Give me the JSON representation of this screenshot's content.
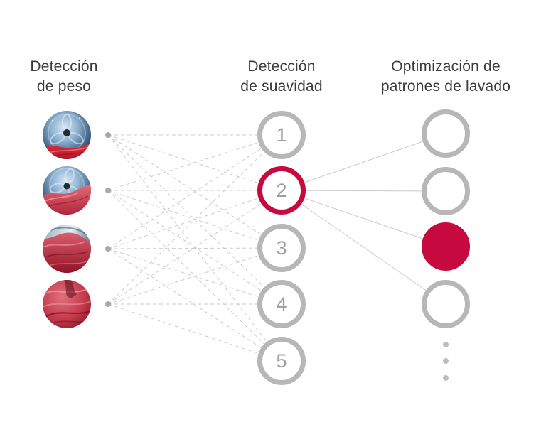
{
  "diagram": {
    "columns": [
      {
        "id": "weight",
        "title_line1": "Detección",
        "title_line2": "de peso",
        "nodes": [
          {
            "image": "washer-drum-light-red-load"
          },
          {
            "image": "washer-drum-half-red-load"
          },
          {
            "image": "washer-drum-mostly-red-fabric"
          },
          {
            "image": "red-fabric-full-load"
          }
        ]
      },
      {
        "id": "softness",
        "title_line1": "Detección",
        "title_line2": "de suavidad",
        "nodes": [
          {
            "label": "1",
            "state": "normal"
          },
          {
            "label": "2",
            "state": "highlighted"
          },
          {
            "label": "3",
            "state": "normal"
          },
          {
            "label": "4",
            "state": "normal"
          },
          {
            "label": "5",
            "state": "normal"
          }
        ]
      },
      {
        "id": "patterns",
        "title_line1": "Optimización de",
        "title_line2": "patrones de lavado",
        "nodes": [
          {
            "state": "normal"
          },
          {
            "state": "normal"
          },
          {
            "state": "selected-filled"
          },
          {
            "state": "normal"
          }
        ],
        "ellipsis_dots": 3
      }
    ],
    "connections": {
      "weight_to_softness": "all-to-all dashed",
      "softness_to_patterns": "solid from node 2 to all"
    }
  },
  "colors": {
    "accent_red": "#c6093f",
    "ring_gray": "#b7b7b7",
    "number_gray": "#9e9e9e",
    "line_gray": "#cbcbcb",
    "source_dot_gray": "#a8a8a8",
    "ellipsis_dot_gray": "#bdbdbd",
    "title_text": "#3b3b3b"
  }
}
